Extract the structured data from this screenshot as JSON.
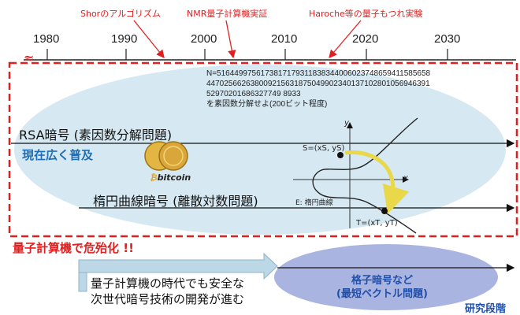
{
  "timeline": {
    "events": [
      "Shorのアルゴリズム",
      "NMR量子計算機実証",
      "Haroche等の量子もつれ実験"
    ],
    "years": [
      "1980",
      "1990",
      "2000",
      "2010",
      "2020",
      "2030"
    ],
    "break_mark": "≈"
  },
  "rsa": {
    "number_lines": [
      "N=5164499756173817179311838344006023748659411585658",
      "4470256626380092156318750499023401371028010569463​91",
      "52970201686327749 8933"
    ],
    "factor_note": "を素因数分解せよ(200ビット程度)",
    "label": "RSA暗号 (素因数分解問題)"
  },
  "ecc": {
    "label": "楕円曲線暗号 (離散対数問題)",
    "point_s": "S=(xS, yS)",
    "point_t": "T=(xT, yT)",
    "axis_x": "x",
    "axis_y": "y",
    "curve_label": "E: 楕円曲線",
    "bitcoin_text": "bitcoin"
  },
  "status": {
    "widespread": "現在広く普及",
    "quantum_threat": "量子計算機で危殆化 !!"
  },
  "future": {
    "lines": [
      "量子計算機の時代でも安全な",
      "次世代暗号技術の開発が進む"
    ],
    "pq_lines": [
      "格子暗号など",
      "(最短ベクトル問題)"
    ],
    "research": "研究段階"
  },
  "colors": {
    "red": "#e02020",
    "ellipse_blue": "#d6e8f2",
    "ellipse_purple": "#aab4e0",
    "arrow_blue": "#bcd8e6",
    "accent_yellow": "#e8d84a"
  }
}
